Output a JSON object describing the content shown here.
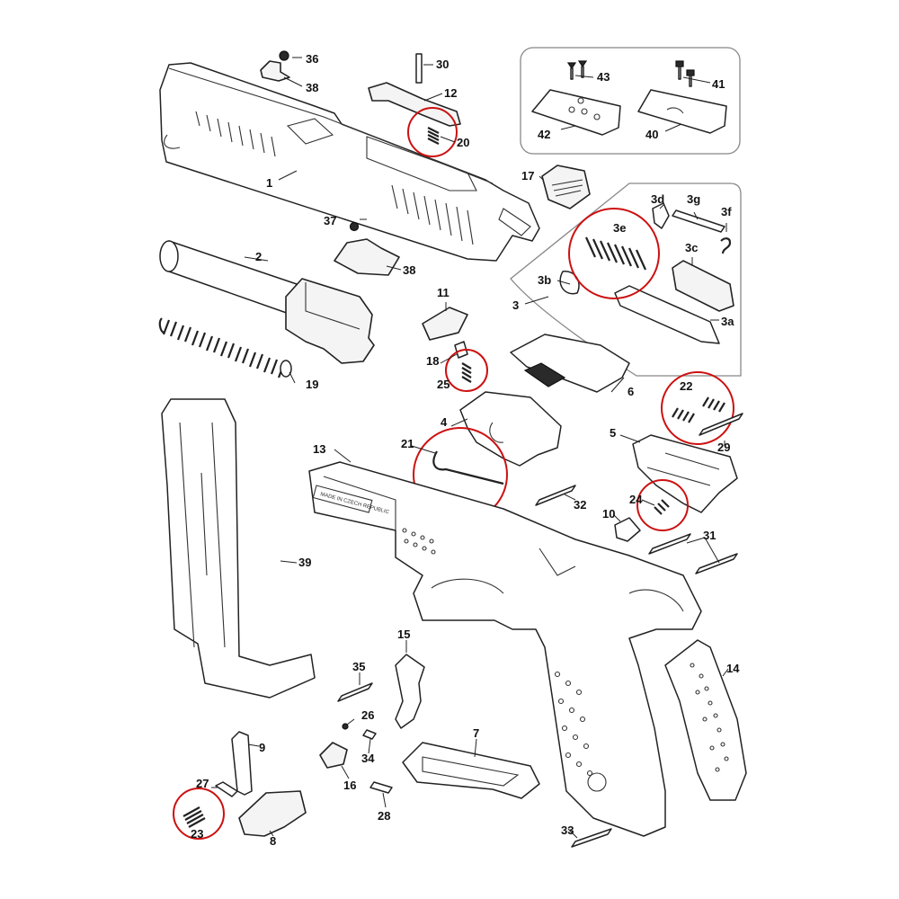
{
  "diagram": {
    "callouts": [
      {
        "id": "1",
        "label": "1"
      },
      {
        "id": "2",
        "label": "2"
      },
      {
        "id": "3",
        "label": "3"
      },
      {
        "id": "3a",
        "label": "3a"
      },
      {
        "id": "3b",
        "label": "3b"
      },
      {
        "id": "3c",
        "label": "3c"
      },
      {
        "id": "3d",
        "label": "3d"
      },
      {
        "id": "3e",
        "label": "3e"
      },
      {
        "id": "3f",
        "label": "3f"
      },
      {
        "id": "3g",
        "label": "3g"
      },
      {
        "id": "4",
        "label": "4"
      },
      {
        "id": "5",
        "label": "5"
      },
      {
        "id": "6",
        "label": "6"
      },
      {
        "id": "7",
        "label": "7"
      },
      {
        "id": "8",
        "label": "8"
      },
      {
        "id": "9",
        "label": "9"
      },
      {
        "id": "10",
        "label": "10"
      },
      {
        "id": "11",
        "label": "11"
      },
      {
        "id": "12",
        "label": "12"
      },
      {
        "id": "13",
        "label": "13"
      },
      {
        "id": "14",
        "label": "14"
      },
      {
        "id": "15",
        "label": "15"
      },
      {
        "id": "16",
        "label": "16"
      },
      {
        "id": "17",
        "label": "17"
      },
      {
        "id": "18",
        "label": "18"
      },
      {
        "id": "19",
        "label": "19"
      },
      {
        "id": "20",
        "label": "20"
      },
      {
        "id": "21",
        "label": "21"
      },
      {
        "id": "22",
        "label": "22"
      },
      {
        "id": "23",
        "label": "23"
      },
      {
        "id": "24",
        "label": "24"
      },
      {
        "id": "25",
        "label": "25"
      },
      {
        "id": "26",
        "label": "26"
      },
      {
        "id": "27",
        "label": "27"
      },
      {
        "id": "28",
        "label": "28"
      },
      {
        "id": "29",
        "label": "29"
      },
      {
        "id": "30",
        "label": "30"
      },
      {
        "id": "31",
        "label": "31"
      },
      {
        "id": "32",
        "label": "32"
      },
      {
        "id": "33",
        "label": "33"
      },
      {
        "id": "34",
        "label": "34"
      },
      {
        "id": "35",
        "label": "35"
      },
      {
        "id": "36",
        "label": "36"
      },
      {
        "id": "37",
        "label": "37"
      },
      {
        "id": "38a",
        "label": "38"
      },
      {
        "id": "38b",
        "label": "38"
      },
      {
        "id": "39",
        "label": "39"
      },
      {
        "id": "40",
        "label": "40"
      },
      {
        "id": "41",
        "label": "41"
      },
      {
        "id": "42",
        "label": "42"
      },
      {
        "id": "43",
        "label": "43"
      }
    ],
    "highlighted_parts": [
      "20",
      "3e",
      "25",
      "22",
      "21",
      "24",
      "23"
    ],
    "frame_stamp_text": "MADE IN CZECH REPUBLIC",
    "highlight_color": "#cc1111",
    "line_color": "#222222"
  }
}
